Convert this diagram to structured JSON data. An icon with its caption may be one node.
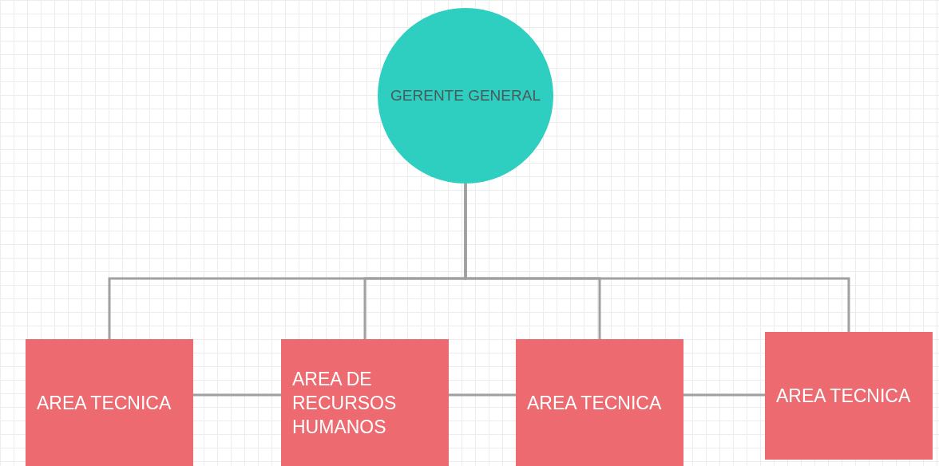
{
  "diagram": {
    "nodes": [
      {
        "text": [
          "GERENTE GENERAL"
        ]
      },
      {
        "text": [
          "AREA TECNICA"
        ]
      },
      {
        "text": [
          "AREA DE RECURSOS HUMANOS"
        ]
      },
      {
        "text": [
          "AREA TECNICA"
        ]
      },
      {
        "text": [
          "AREA TECNICA"
        ]
      }
    ],
    "edges": [
      {
        "from": 0,
        "to": 1,
        "arrow": "none"
      },
      {
        "from": 0,
        "to": 2,
        "arrow": "none"
      },
      {
        "from": 0,
        "to": 3,
        "arrow": "none"
      },
      {
        "from": 0,
        "to": 4,
        "arrow": "none"
      },
      {
        "from": 1,
        "to": 2,
        "arrow": "none"
      },
      {
        "from": 2,
        "to": 3,
        "arrow": "none"
      },
      {
        "from": 3,
        "to": 4,
        "arrow": "none"
      }
    ]
  }
}
